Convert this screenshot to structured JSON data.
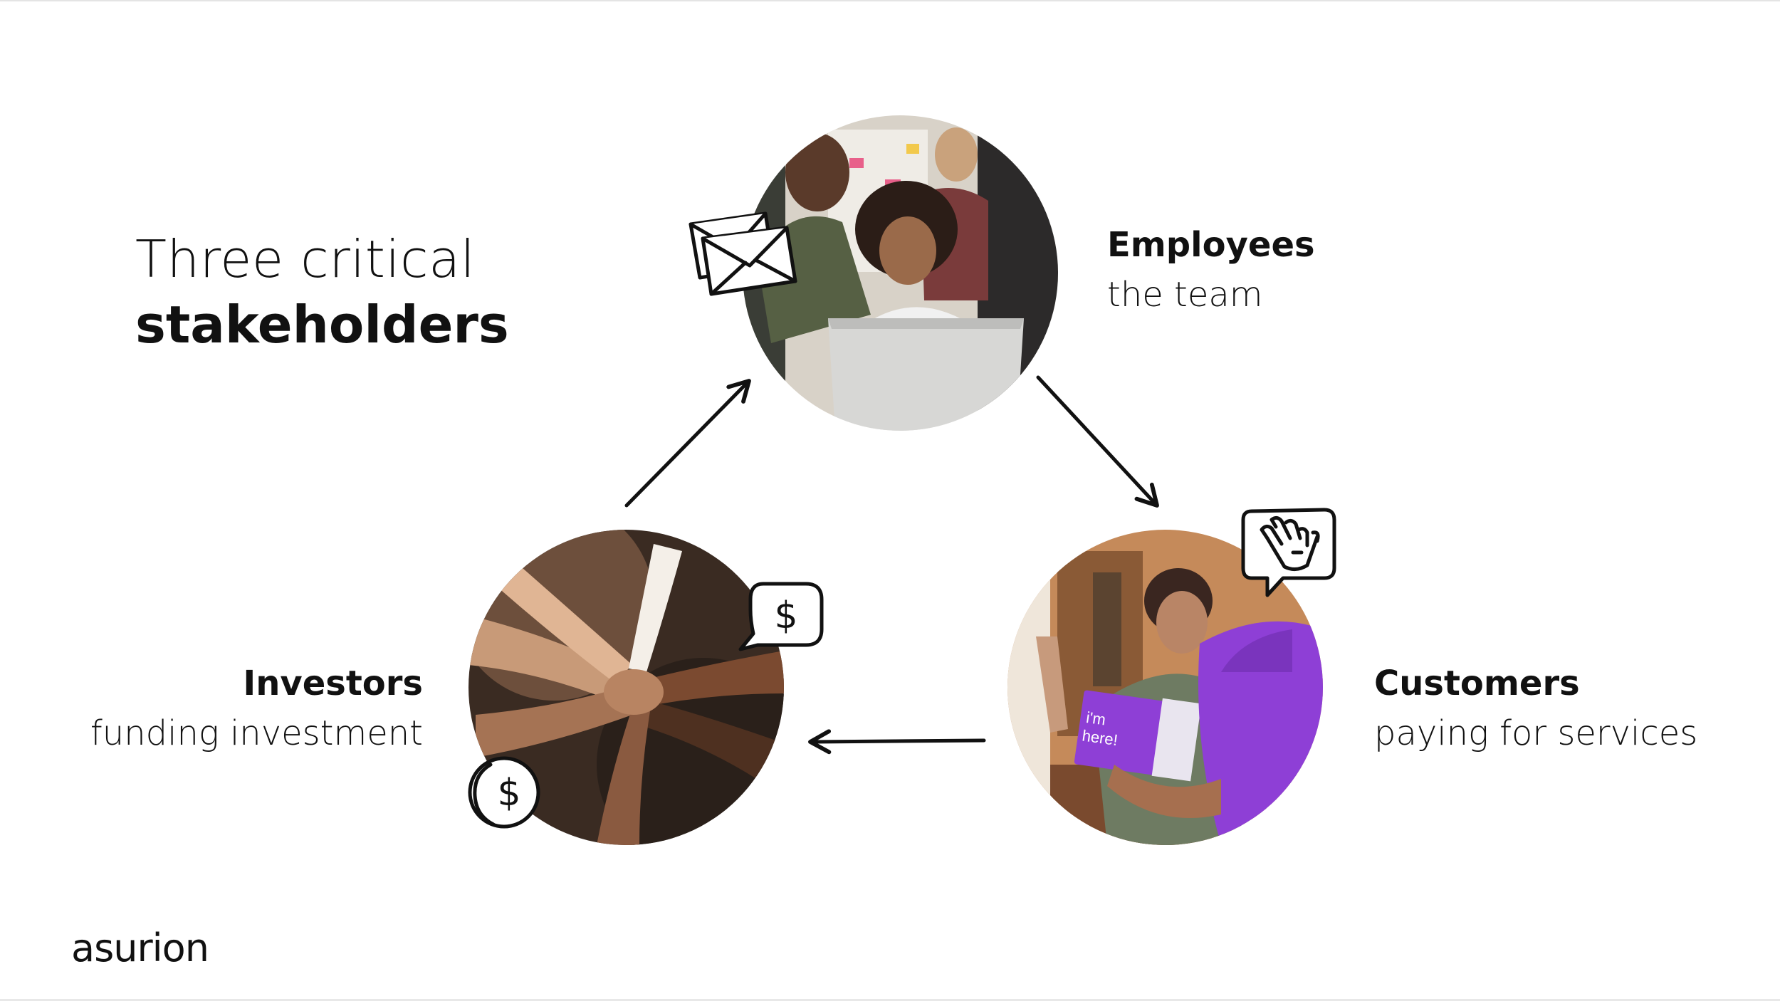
{
  "slide": {
    "title_line1": "Three critical",
    "title_line2": "stakeholders",
    "logo": "asurion"
  },
  "stakeholders": [
    {
      "name": "Employees",
      "description": "the team",
      "icon": "envelope-icon"
    },
    {
      "name": "Customers",
      "description": "paying for services",
      "icon": "waving-hand-icon"
    },
    {
      "name": "Investors",
      "description": "funding investment",
      "icon": "dollar-icon"
    }
  ],
  "photo_text": {
    "box_label_line1": "i'm",
    "box_label_line2": "here!"
  },
  "colors": {
    "text": "#111111",
    "brand_purple": "#8e3fd6",
    "background": "#ffffff"
  }
}
